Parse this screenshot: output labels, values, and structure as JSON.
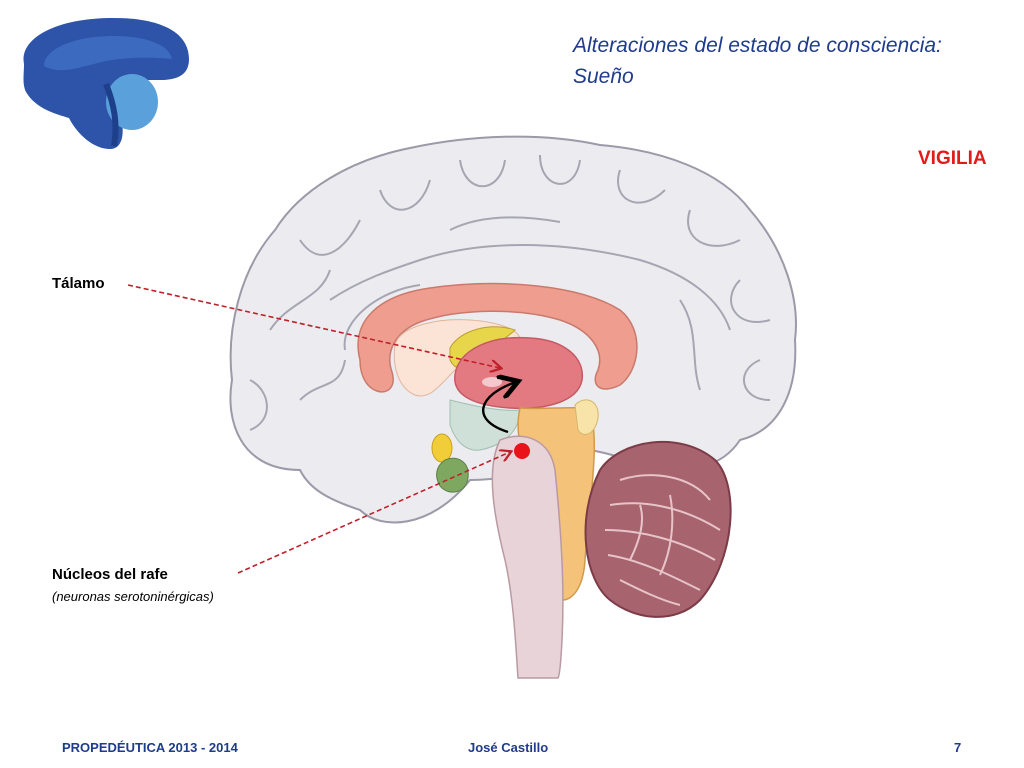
{
  "slide": {
    "title_line1": "Alteraciones del estado de consciencia:",
    "title_line2": "Sueño",
    "state_label": "VIGILIA"
  },
  "labels": {
    "talamo": "Tálamo",
    "rafe": "Núcleos del rafe",
    "rafe_sub": "(neuronas serotoninérgicas)"
  },
  "footer": {
    "course": "PROPEDÉUTICA 2013 - 2014",
    "author": "José Castillo",
    "page": "7"
  },
  "colors": {
    "title": "#1f3b8c",
    "state": "#e01b1b",
    "pointer_lines": "#c0202a",
    "raphe_dot": "#e8141a"
  },
  "icons": {
    "logo": "brain-logo-icon",
    "arrow": "curved-arrow-icon"
  }
}
